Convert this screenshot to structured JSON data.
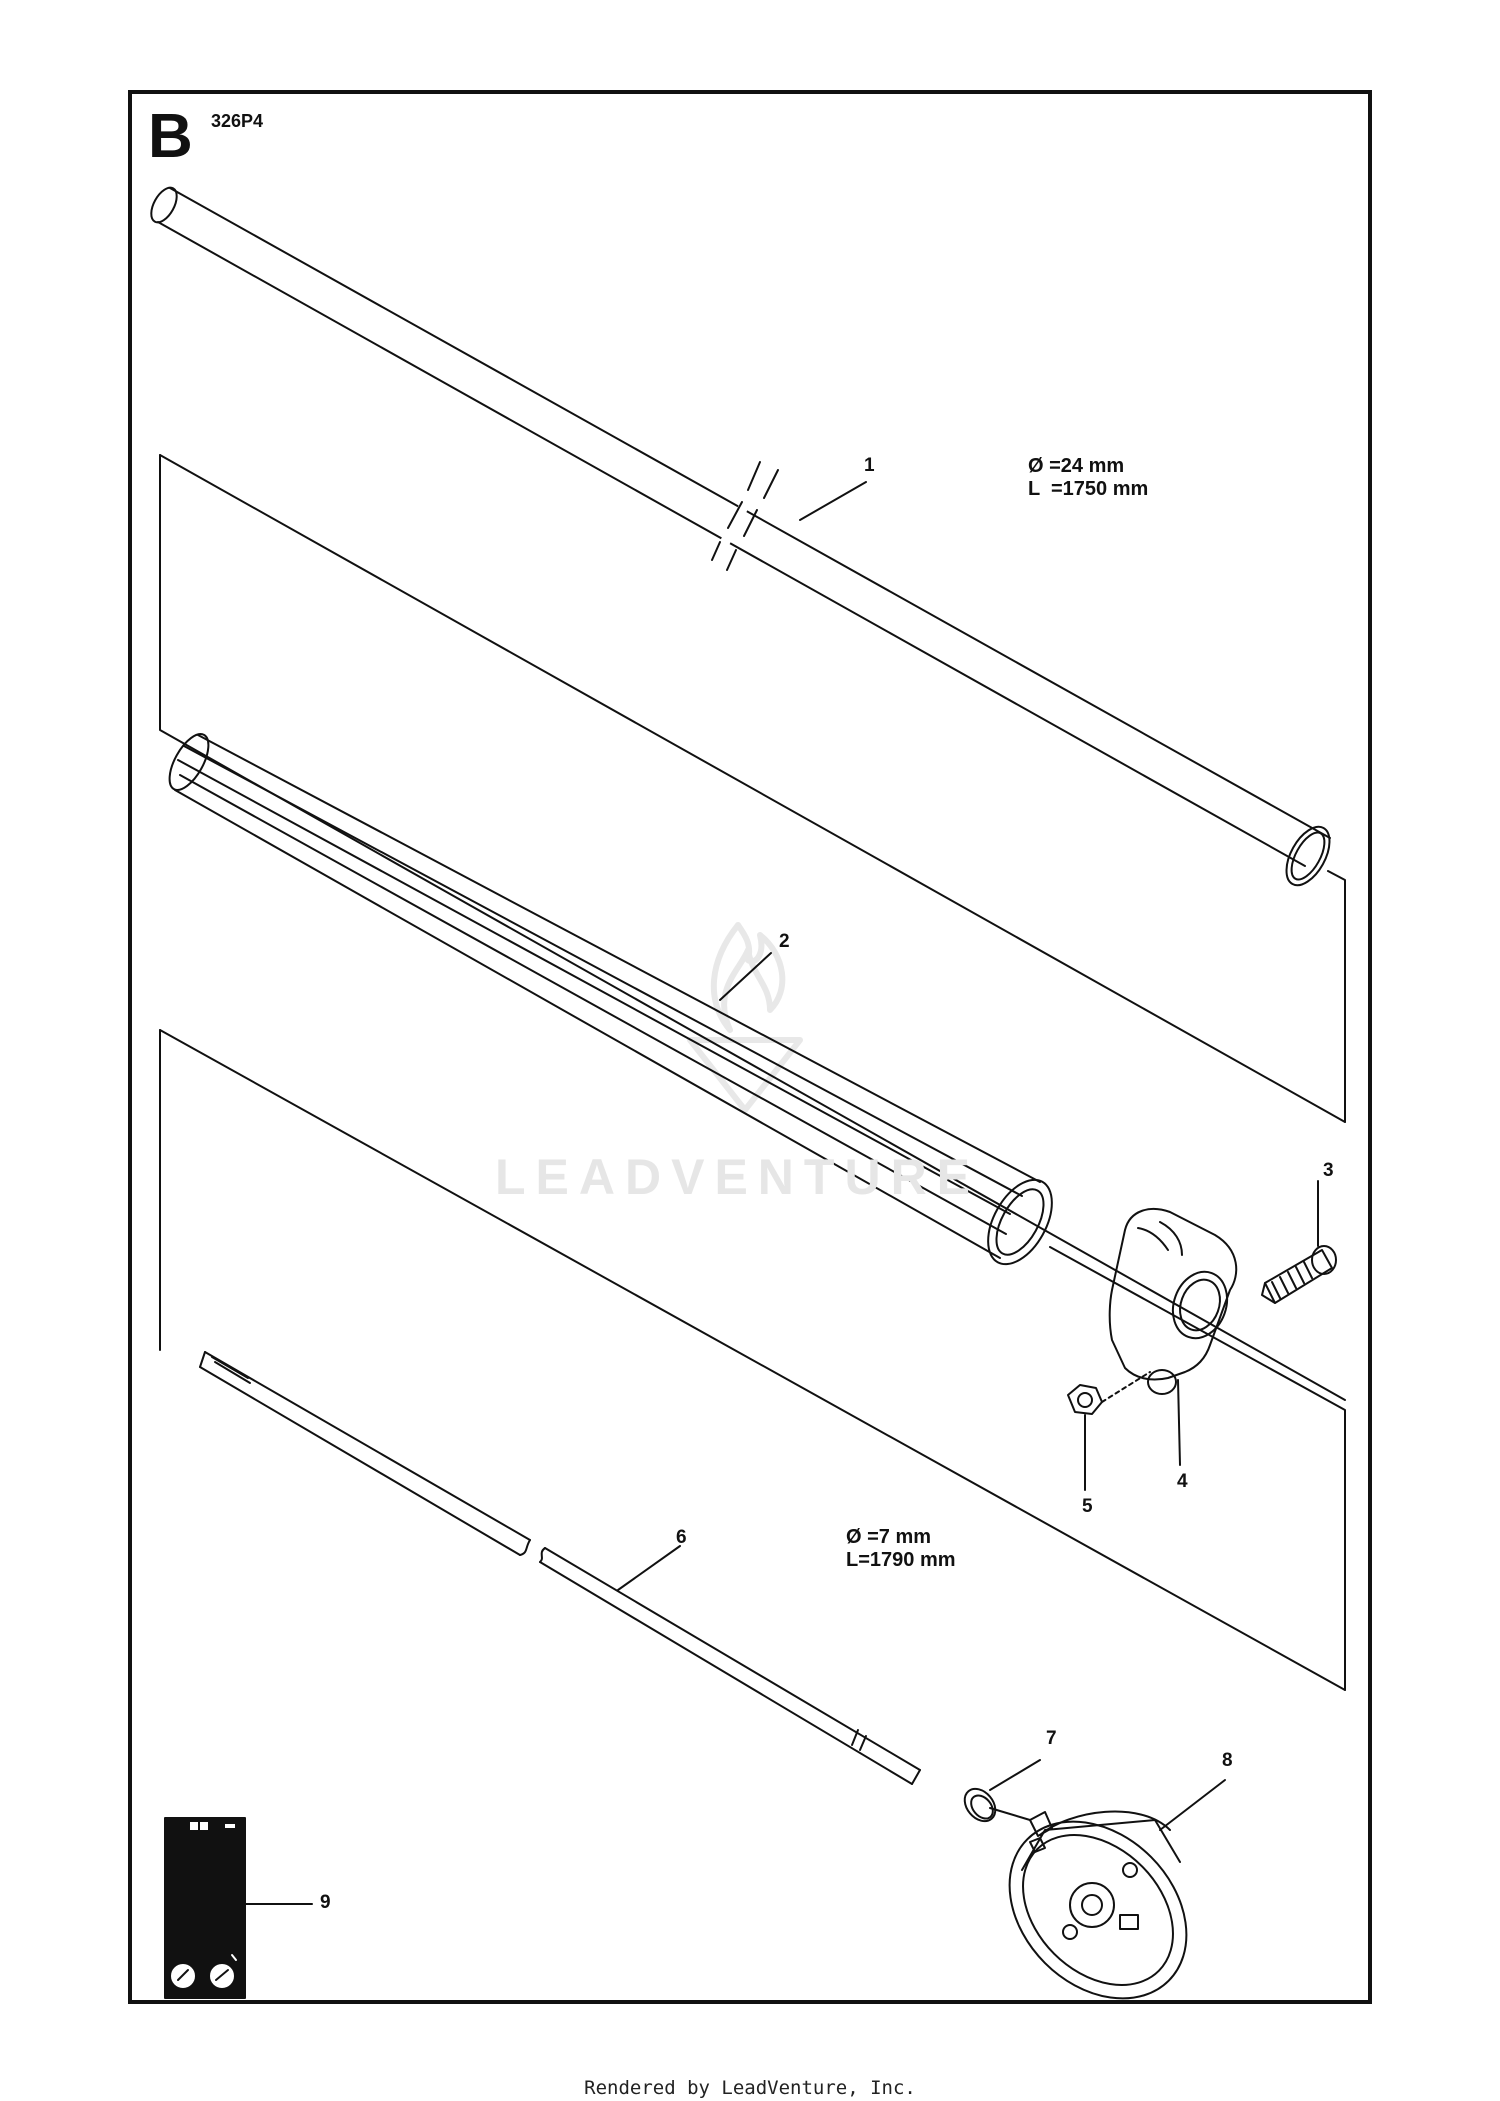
{
  "diagram": {
    "section_letter": "B",
    "model": "326P4",
    "watermark": "LEADVENTURE",
    "specs": [
      {
        "line1": "Ø =24 mm",
        "line2": "L  =1750 mm"
      },
      {
        "line1": "Ø =7 mm",
        "line2": "L=1790 mm"
      }
    ],
    "callouts": [
      "1",
      "2",
      "3",
      "4",
      "5",
      "6",
      "7",
      "8",
      "9"
    ]
  },
  "footer": "Rendered by LeadVenture, Inc."
}
